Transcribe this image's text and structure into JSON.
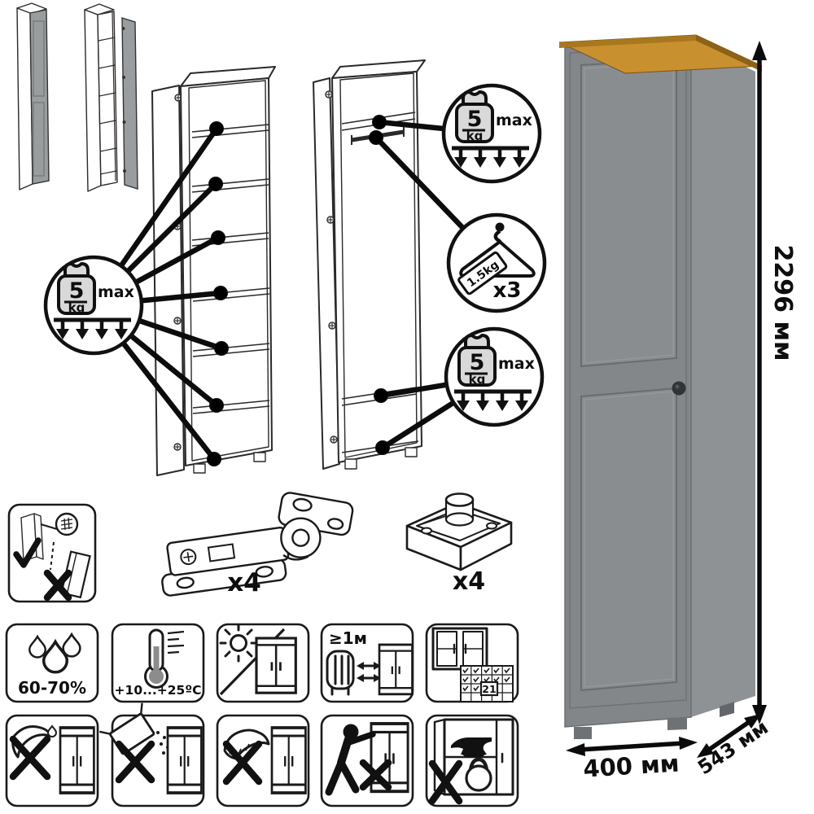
{
  "load_badge": {
    "value": "5",
    "unit": "kg",
    "max_label": "max"
  },
  "hanger_badge": {
    "weight_label": "1.5kg",
    "count_label": "x3"
  },
  "hardware": {
    "hinge_count_label": "x4",
    "foot_count_label": "x4"
  },
  "dimensions": {
    "height_label": "2296 мм",
    "width_label": "400 мм",
    "depth_label": "543 мм"
  },
  "care": {
    "humidity_label": "60-70%",
    "temperature_label": "+10...+25ºC",
    "distance_label": "≥1м",
    "calendar_day_label": "21"
  },
  "colors": {
    "line": "#1a1a1a",
    "cabinet_front": "#828689",
    "cabinet_side": "#8f9294",
    "cabinet_panel": "#878b8e",
    "oak_top": "#c9902f",
    "door_grey_small": "#9a9d9f",
    "weight_fill": "#d9d9d9",
    "knob": "#313437"
  }
}
